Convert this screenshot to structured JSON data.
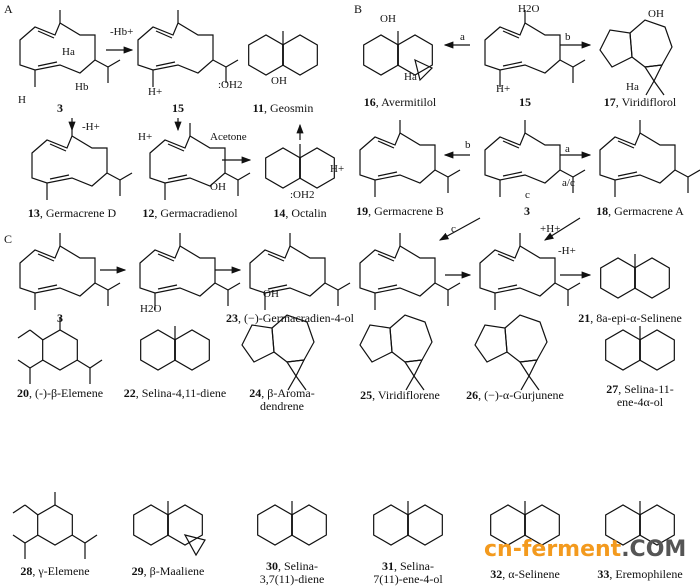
{
  "panels": {
    "a": "A",
    "b": "B",
    "c": "C"
  },
  "panel_a": {
    "compounds": [
      {
        "num": "3",
        "name": ""
      },
      {
        "num": "15",
        "name": ""
      },
      {
        "num": "11",
        "name": ", Geosmin"
      },
      {
        "num": "13",
        "name": ", Germacrene D"
      },
      {
        "num": "12",
        "name": ", Germacradienol"
      },
      {
        "num": "14",
        "name": ", Octalin"
      }
    ],
    "reagents": {
      "minus_hb": "-Hb+",
      "minus_h": "-H+",
      "acetone": "Acetone",
      "h_plus": "H+",
      "oh2": ":OH2",
      "oh": "OH",
      "ha": "Ha",
      "hb": "Hb",
      "h": "H"
    }
  },
  "panel_b": {
    "compounds": [
      {
        "num": "16",
        "name": ", Avermitilol"
      },
      {
        "num": "15",
        "name": ""
      },
      {
        "num": "17",
        "name": ", Viridiflorol"
      },
      {
        "num": "19",
        "name": ", Germacrene B"
      },
      {
        "num": "3",
        "name": ""
      },
      {
        "num": "18",
        "name": ", Germacrene A"
      }
    ],
    "reagents": {
      "a": "a",
      "b": "b",
      "c": "c",
      "ac": "a/c",
      "h2o": "H2O",
      "plus_h": "+H+",
      "minus_h": "-H+",
      "oh": "OH",
      "h": "H",
      "ha": "Ha"
    }
  },
  "panel_c": {
    "compounds": [
      {
        "num": "3",
        "name": ""
      },
      {
        "num": "23",
        "name": ", (−)-Germacradien-4-ol"
      },
      {
        "num": "21",
        "name": ", 8a-epi-α-Selinene"
      }
    ],
    "reagents": {
      "h2o": "H2O",
      "h": "H",
      "oh": "OH"
    }
  },
  "row3": [
    {
      "num": "20",
      "name": ", (-)-β-Elemene",
      "line2": ""
    },
    {
      "num": "22",
      "name": ", Selina-4,11-diene",
      "line2": ""
    },
    {
      "num": "24",
      "name": ", β-Aroma-",
      "line2": "dendrene"
    },
    {
      "num": "25",
      "name": ", Viridiflorene",
      "line2": ""
    },
    {
      "num": "26",
      "name": ", (−)-α-Gurjunene",
      "line2": ""
    },
    {
      "num": "27",
      "name": ", Selina-11-",
      "line2": "ene-4α-ol"
    }
  ],
  "row4": [
    {
      "num": "28",
      "name": ", γ-Elemene",
      "line2": ""
    },
    {
      "num": "29",
      "name": ", β-Maaliene",
      "line2": ""
    },
    {
      "num": "30",
      "name": ", Selina-",
      "line2": "3,7(11)-diene"
    },
    {
      "num": "31",
      "name": ", Selina-",
      "line2": "7(11)-ene-4-ol"
    },
    {
      "num": "32",
      "name": ", α-Selinene",
      "line2": ""
    },
    {
      "num": "33",
      "name": ", Eremophilene",
      "line2": ""
    }
  ],
  "watermark": {
    "brand": "cn-ferment",
    "suffix": ".COM",
    "color": "#f39a1e"
  }
}
